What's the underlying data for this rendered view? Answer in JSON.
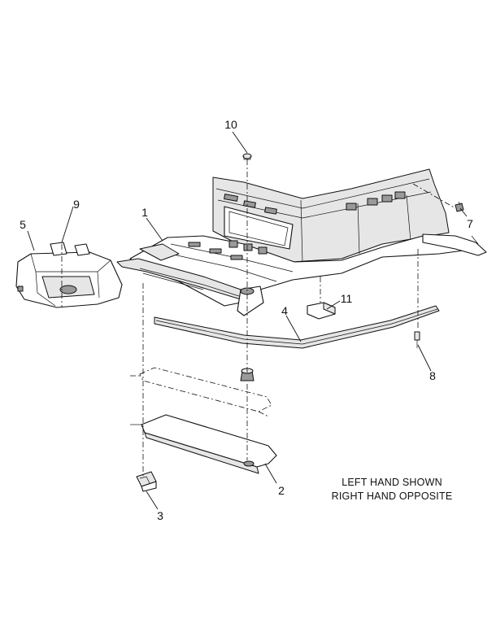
{
  "callouts": {
    "c1": "1",
    "c2": "2",
    "c3": "3",
    "c4": "4",
    "c5": "5",
    "c7": "7",
    "c8": "8",
    "c9": "9",
    "c10": "10",
    "c11": "11"
  },
  "note": {
    "line1": "LEFT HAND SHOWN",
    "line2": "RIGHT HAND OPPOSITE"
  }
}
